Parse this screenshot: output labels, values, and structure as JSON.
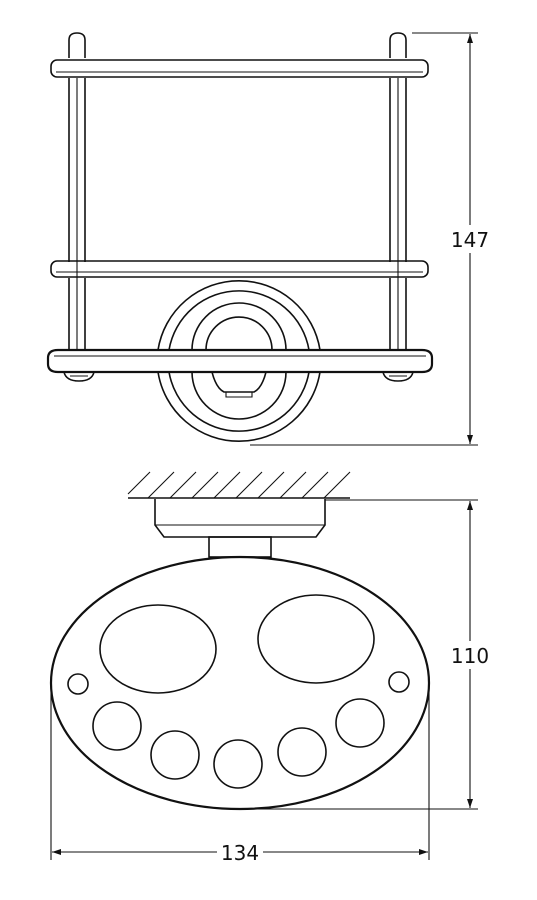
{
  "drawing": {
    "line_color": "#111111",
    "background": "#ffffff"
  },
  "dimensions": {
    "height_top": "147",
    "height_bottom": "110",
    "width_bottom": "134"
  }
}
